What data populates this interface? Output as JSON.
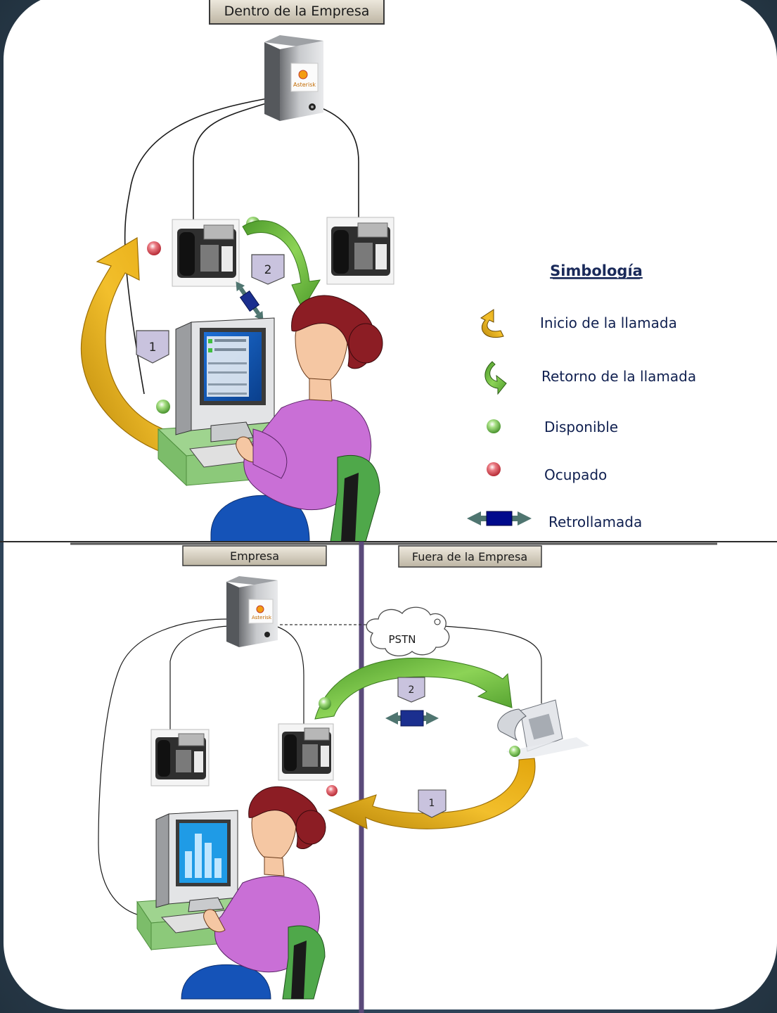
{
  "top": {
    "title": "Dentro de la Empresa",
    "server_brand": "Asterisk",
    "step1": "1",
    "step2": "2"
  },
  "legend": {
    "title": "Simbología",
    "items": [
      {
        "icon": "yellow-curved-arrow-icon",
        "label": "Inicio de la llamada"
      },
      {
        "icon": "green-curved-arrow-icon",
        "label": "Retorno de la llamada"
      },
      {
        "icon": "green-dot-icon",
        "label": "Disponible"
      },
      {
        "icon": "red-dot-icon",
        "label": "Ocupado"
      },
      {
        "icon": "double-arrow-icon",
        "label": "Retrollamada"
      }
    ]
  },
  "bottom": {
    "left_title": "Empresa",
    "right_title": "Fuera de la Empresa",
    "server_brand": "Asterisk",
    "cloud": "PSTN",
    "step1": "1",
    "step2": "2"
  },
  "colors": {
    "yellow_arrow": "#e3a60d",
    "green_arrow": "#6fb83a",
    "available": "#7cc35a",
    "busy": "#d5444e",
    "retro": "#000a8c",
    "tab_bg": "#d9d3c4",
    "divider": "#5a4a7a"
  }
}
